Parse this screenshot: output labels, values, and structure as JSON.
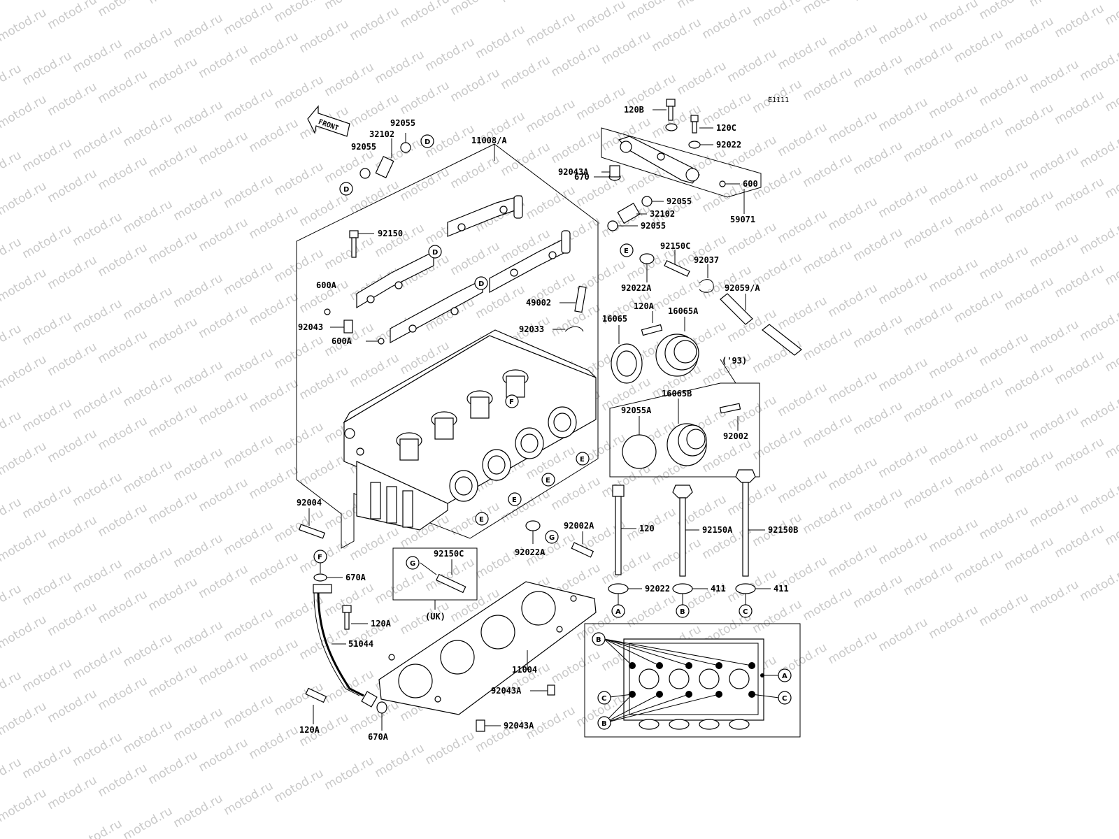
{
  "diagram_id": "E1111",
  "watermark_text": "motod.ru",
  "front_label": "FRONT",
  "labels": {
    "p11008": "11008/A",
    "p92055_a": "92055",
    "p32102_a": "32102",
    "p92055_b": "92055",
    "p92150": "92150",
    "p600A_a": "600A",
    "p92043": "92043",
    "p600A_b": "600A",
    "p49002": "49002",
    "p92033": "92033",
    "p120B": "120B",
    "p120C": "120C",
    "p92022_a": "92022",
    "p670": "670",
    "p92043A_a": "92043A",
    "p600": "600",
    "p92055_c": "92055",
    "p32102_b": "32102",
    "p92055_d": "92055",
    "p59071": "59071",
    "p92150C_a": "92150C",
    "p92037": "92037",
    "p92022A_a": "92022A",
    "p92059A": "92059/A",
    "p120A_a": "120A",
    "p16065": "16065",
    "p16065A": "16065A",
    "p93": "('93)",
    "p16065B": "16065B",
    "p92055A": "92055A",
    "p92002": "92002",
    "p92004": "92004",
    "p92002A": "92002A",
    "p92022A_b": "92022A",
    "p92150C_b": "92150C",
    "pUK": "(UK)",
    "p670A_a": "670A",
    "p120A_b": "120A",
    "p51044": "51044",
    "p11004": "11004",
    "p92043A_b": "92043A",
    "p92043A_c": "92043A",
    "p120A_c": "120A",
    "p670A_b": "670A",
    "p120": "120",
    "p92150A": "92150A",
    "p92150B": "92150B",
    "p92022_b": "92022",
    "p411_a": "411",
    "p411_b": "411"
  },
  "callout_letters": {
    "D": "D",
    "E": "E",
    "F": "F",
    "G": "G",
    "A": "A",
    "B": "B",
    "C": "C"
  }
}
